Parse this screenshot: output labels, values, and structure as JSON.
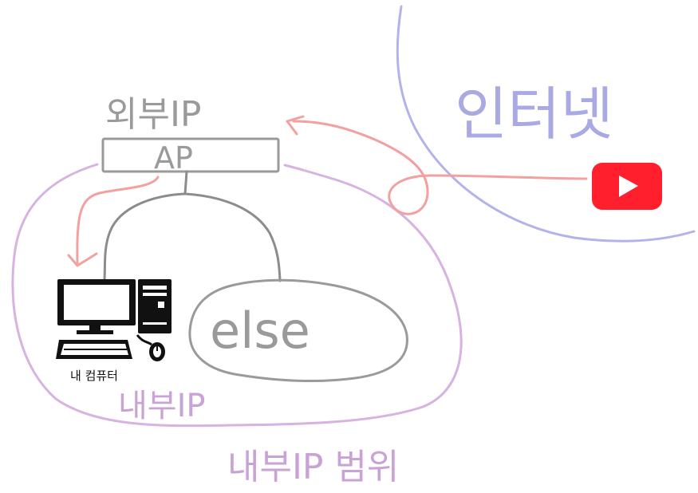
{
  "labels": {
    "external_ip": "외부IP",
    "ap": "AP",
    "internet": "인터넷",
    "else": "else",
    "my_computer": "내 컴퓨터",
    "internal_ip": "내부IP",
    "internal_ip_range": "내부IP 범위"
  },
  "icons": {
    "youtube": "youtube-play-icon",
    "computer": "desktop-computer-icon"
  },
  "colors": {
    "gray_stroke": "#9a9a9a",
    "dark_gray": "#8c8c8c",
    "purple_stroke": "#d6b3e0",
    "purple_text": "#c9a2d6",
    "blue_stroke": "#b3b3ea",
    "red_stroke": "#f2a0a0",
    "youtube_red": "#ff1f2d"
  }
}
